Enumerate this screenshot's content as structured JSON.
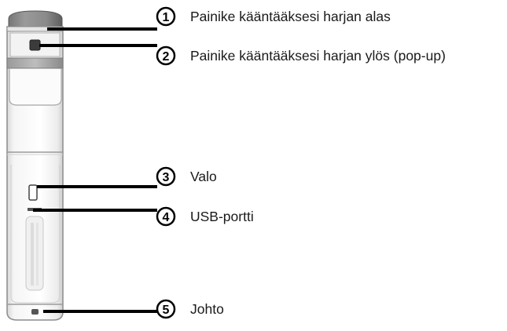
{
  "figure": {
    "device": "brush-device",
    "callouts": [
      {
        "number": "1",
        "text": "Painike kääntääksesi harjan alas"
      },
      {
        "number": "2",
        "text": "Painike kääntääksesi harjan ylös (pop-up)"
      },
      {
        "number": "3",
        "text": "Valo"
      },
      {
        "number": "4",
        "text": "USB-portti"
      },
      {
        "number": "5",
        "text": "Johto"
      }
    ]
  }
}
